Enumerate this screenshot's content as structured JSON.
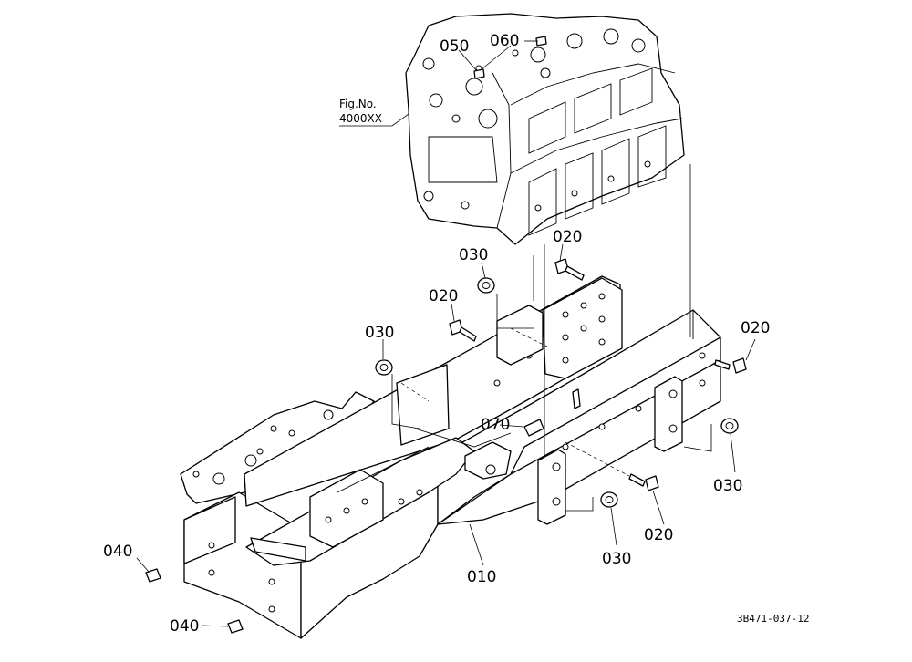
{
  "figure_ref": {
    "line1": "Fig.No.",
    "line2": "4000XX"
  },
  "drawing_code": "3B471-037-12",
  "callouts": {
    "p010": "010",
    "p020a": "020",
    "p020b": "020",
    "p020c": "020",
    "p020d": "020",
    "p030a": "030",
    "p030b": "030",
    "p030c": "030",
    "p030d": "030",
    "p040a": "040",
    "p040b": "040",
    "p050": "050",
    "p060": "060",
    "p070": "070"
  }
}
